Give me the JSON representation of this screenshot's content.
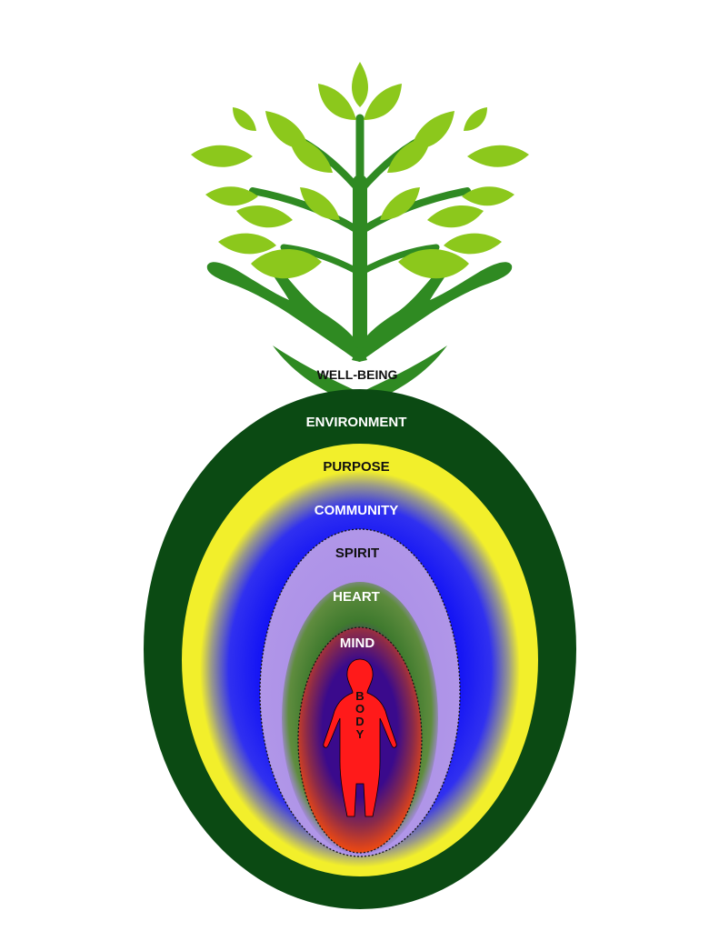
{
  "diagram": {
    "labels": {
      "well_being": "WELL-BEING",
      "environment": "ENVIRONMENT",
      "purpose": "PURPOSE",
      "community": "COMMUNITY",
      "spirit": "SPIRIT",
      "heart": "HEART",
      "mind": "MIND",
      "body": [
        "B",
        "O",
        "D",
        "Y"
      ]
    },
    "colors": {
      "environment": "#0b4a13",
      "purpose": "#f2ef2b",
      "community": "#1414f5",
      "spirit": "#a98ae6",
      "heart": "#3f8a2a",
      "mind": "#3a0a8c",
      "body": "#ff1a1a",
      "body_glow": "#f04a10",
      "leaf": "#8cc81c",
      "hands": "#2f8a22"
    },
    "icons": [
      "tree-icon",
      "hands-icon",
      "human-figure-icon"
    ]
  }
}
